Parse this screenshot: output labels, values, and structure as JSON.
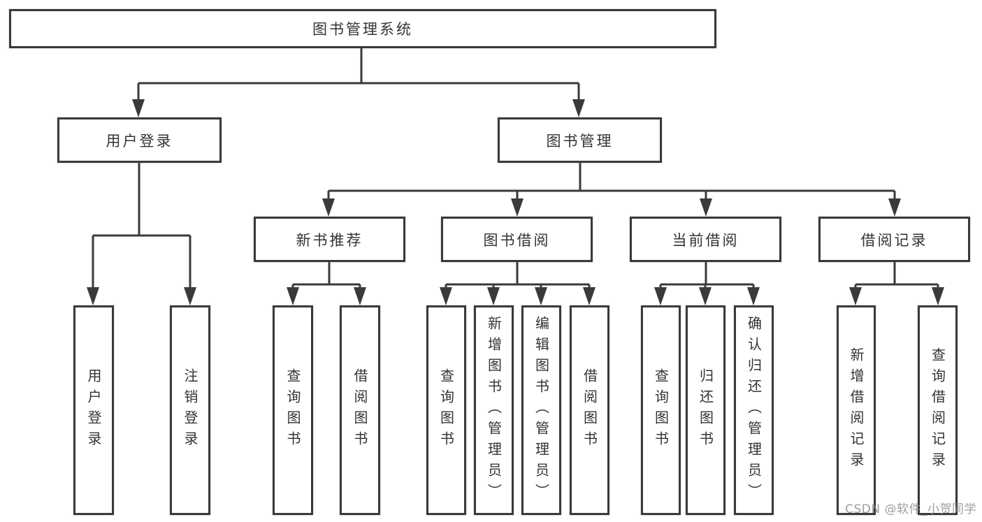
{
  "diagram": {
    "root": {
      "label": "图书管理系统"
    },
    "branches": [
      {
        "label": "用户登录",
        "children": [
          {
            "label": "用户登录"
          },
          {
            "label": "注销登录"
          }
        ]
      },
      {
        "label": "图书管理",
        "children": [
          {
            "label": "新书推荐",
            "children": [
              {
                "label": "查询图书"
              },
              {
                "label": "借阅图书"
              }
            ]
          },
          {
            "label": "图书借阅",
            "children": [
              {
                "label": "查询图书"
              },
              {
                "label": "新增图书（管理员）"
              },
              {
                "label": "编辑图书（管理员）"
              },
              {
                "label": "借阅图书"
              }
            ]
          },
          {
            "label": "当前借阅",
            "children": [
              {
                "label": "查询图书"
              },
              {
                "label": "归还图书"
              },
              {
                "label": "确认归还（管理员）"
              }
            ]
          },
          {
            "label": "借阅记录",
            "children": [
              {
                "label": "新增借阅记录"
              },
              {
                "label": "查询借阅记录"
              }
            ]
          }
        ]
      }
    ]
  },
  "watermark": {
    "text": "CSDN @软件_小贺同学"
  },
  "colors": {
    "line": "#3a3a3a",
    "text": "#333333",
    "background": "#ffffff",
    "watermark": "#8c8c8c"
  }
}
